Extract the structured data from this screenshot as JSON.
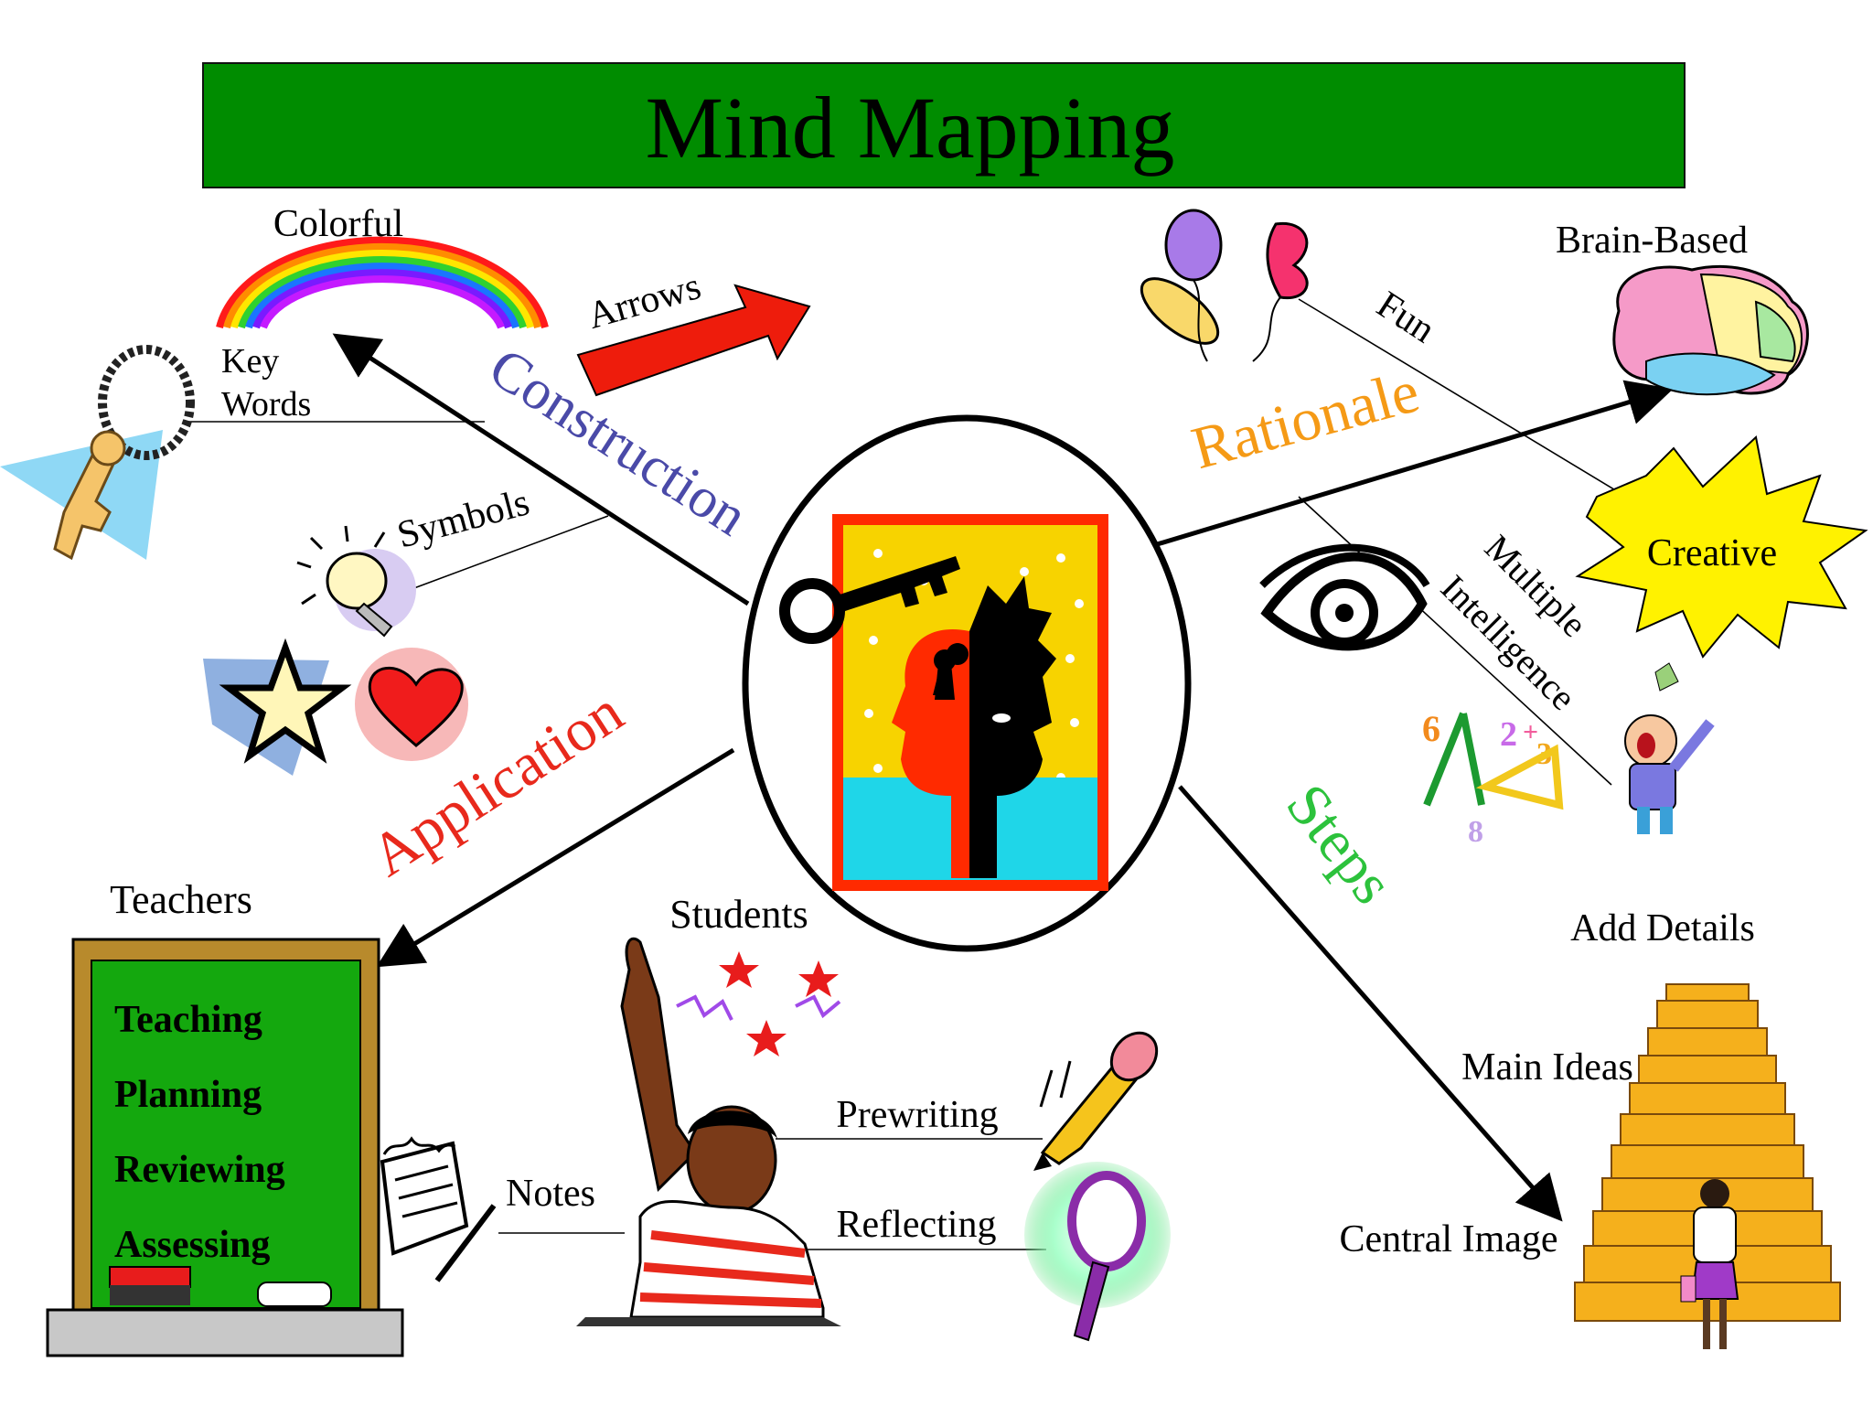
{
  "title": "Mind Mapping",
  "branches": {
    "construction": "Construction",
    "rationale": "Rationale",
    "application": "Application",
    "steps": "Steps"
  },
  "labels": {
    "colorful": "Colorful",
    "arrows": "Arrows",
    "key": "Key",
    "words": "Words",
    "symbols": "Symbols",
    "fun": "Fun",
    "brain_based": "Brain-Based",
    "creative": "Creative",
    "multiple": "Multiple",
    "intelligence": "Intelligence",
    "teachers": "Teachers",
    "students": "Students",
    "notes": "Notes",
    "prewriting": "Prewriting",
    "reflecting": "Reflecting",
    "add_details": "Add Details",
    "main_ideas": "Main Ideas",
    "central_image": "Central Image"
  },
  "chalkboard": [
    "Teaching",
    "Planning",
    "Reviewing",
    "Assessing"
  ],
  "colors": {
    "title_bar": "#008c00",
    "construction": "#4a4aa8",
    "rationale": "#f59a16",
    "application": "#e8291c",
    "steps": "#2cc23c",
    "chalkboard": "#14a80e",
    "arrow_fill": "#ee1c0c",
    "creative_burst": "#fff200"
  },
  "icons": [
    "rainbow-icon",
    "arrow-icon",
    "key-icon",
    "lightbulb-icon",
    "star-icon",
    "heart-icon",
    "balloons-icon",
    "brain-icon",
    "starburst-icon",
    "eye-icon",
    "math-symbols-icon",
    "singing-child-icon",
    "chalkboard-icon",
    "notepad-icon",
    "student-icon",
    "pencil-icon",
    "mirror-icon",
    "staircase-icon",
    "woman-icon",
    "head-keyhole-icon"
  ]
}
